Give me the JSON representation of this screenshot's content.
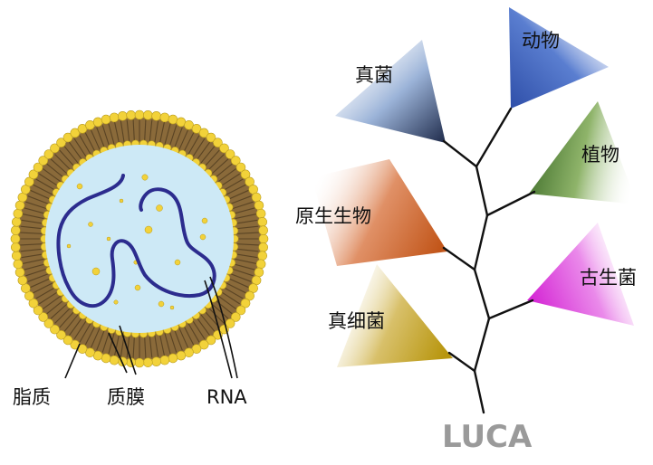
{
  "cell": {
    "labels": {
      "lipid": "脂质",
      "membrane": "质膜",
      "rna": "RNA"
    },
    "colors": {
      "interior": "#cde9f6",
      "membrane_core": "#8a6a3a",
      "head": "#f2d23a",
      "head_edge": "#b89a1a",
      "rna": "#2c2c8e"
    }
  },
  "tree": {
    "root": "LUCA",
    "groups": [
      {
        "key": "bacteria",
        "label": "真菌",
        "color": "#1e2a4a"
      },
      {
        "key": "animals",
        "label": "动物",
        "color": "#2e4ea8"
      },
      {
        "key": "plants",
        "label": "植物",
        "color": "#3f6e2a"
      },
      {
        "key": "protists",
        "label": "原生生物",
        "color": "#c2561a"
      },
      {
        "key": "archaea",
        "label": "古生菌",
        "color": "#d424d4"
      },
      {
        "key": "fungi",
        "label": "真细菌",
        "color": "#b8960e"
      }
    ],
    "colors": {
      "branch": "#111111",
      "root_text": "#9a9a9a"
    }
  }
}
